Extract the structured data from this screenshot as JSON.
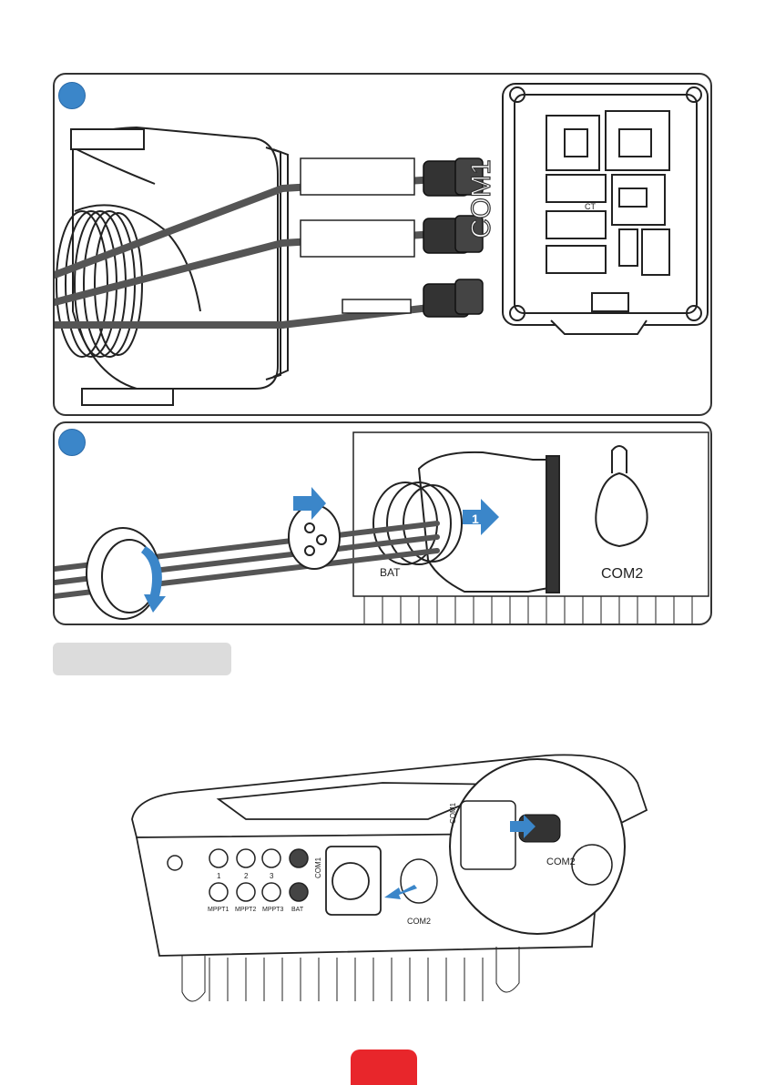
{
  "figure": {
    "step1": {
      "connector_label": "COM1",
      "terminal_label": "CT"
    },
    "step2": {
      "push_step_number": "1",
      "port_labels": [
        "BAT",
        "COM2"
      ]
    },
    "overview": {
      "port_labels": [
        "MPPT1",
        "MPPT2",
        "MPPT3",
        "BAT",
        "COM1",
        "COM2"
      ],
      "mppt_numbers": [
        "1",
        "2",
        "3"
      ],
      "zoom_port_labels": [
        "COM1",
        "COM2"
      ]
    }
  },
  "colors": {
    "accent_blue": "#3b86c9",
    "page_tab_red": "#e8262b",
    "section_bar_gray": "#dcdcdc"
  }
}
